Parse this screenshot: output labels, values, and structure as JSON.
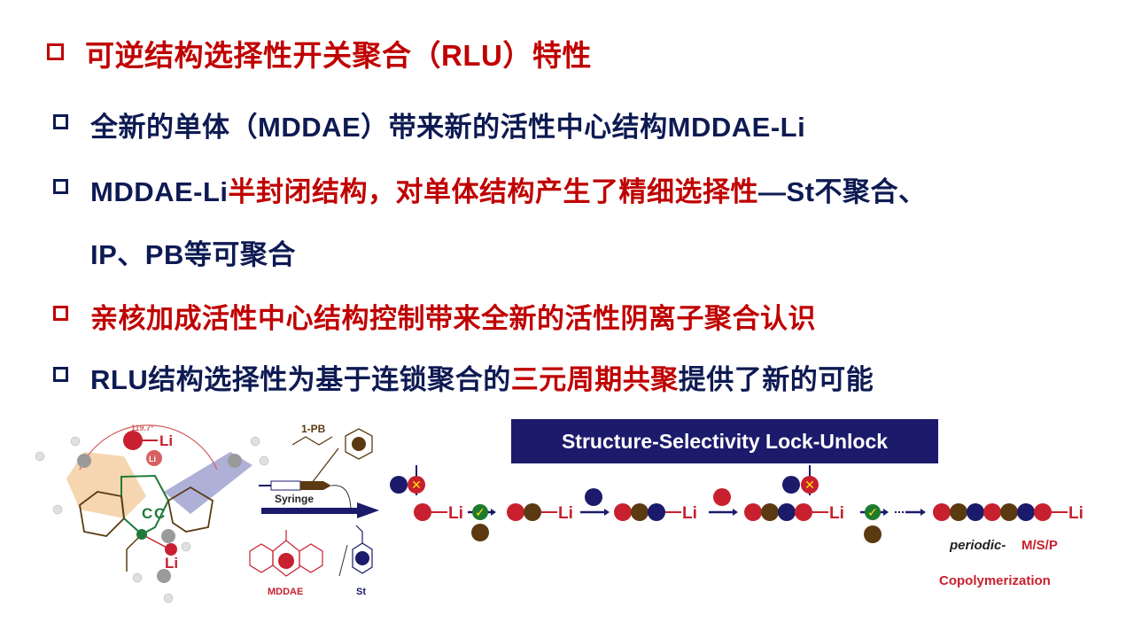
{
  "title": {
    "text": "可逆结构选择性开关聚合（RLU）特性"
  },
  "bullets": [
    {
      "parts": [
        "全新的单体（MDDAE）带来新的活性中心结构MDDAE-Li"
      ]
    },
    {
      "parts": [
        "MDDAE-Li",
        "半封闭结构，对单体结构产生了精细选择性",
        "—St不聚合、"
      ],
      "continuation": "IP、PB等可聚合"
    },
    {
      "parts": [
        "亲核加成活性中心结构控制带来全新的活性阴离子聚合认识"
      ]
    },
    {
      "parts": [
        "RLU结构选择性为基于连锁聚合的",
        "三元周期共聚",
        "提供了新的可能"
      ]
    }
  ],
  "figure": {
    "angle_label": "119.7°",
    "li_label": "Li",
    "c_label": "C",
    "pb_label": "1-PB",
    "syringe_label": "Syringe",
    "mddae_label": "MDDAE",
    "st_label": "St",
    "banner": "Structure-Selectivity Lock-Unlock",
    "product_italic": "periodic-",
    "product_suffix": "M/S/P",
    "copolymerization": "Copolymerization",
    "colors": {
      "red": "#C8202F",
      "brown": "#5B3A12",
      "navy": "#1B1A6B",
      "check": "#1E7A2E"
    }
  }
}
